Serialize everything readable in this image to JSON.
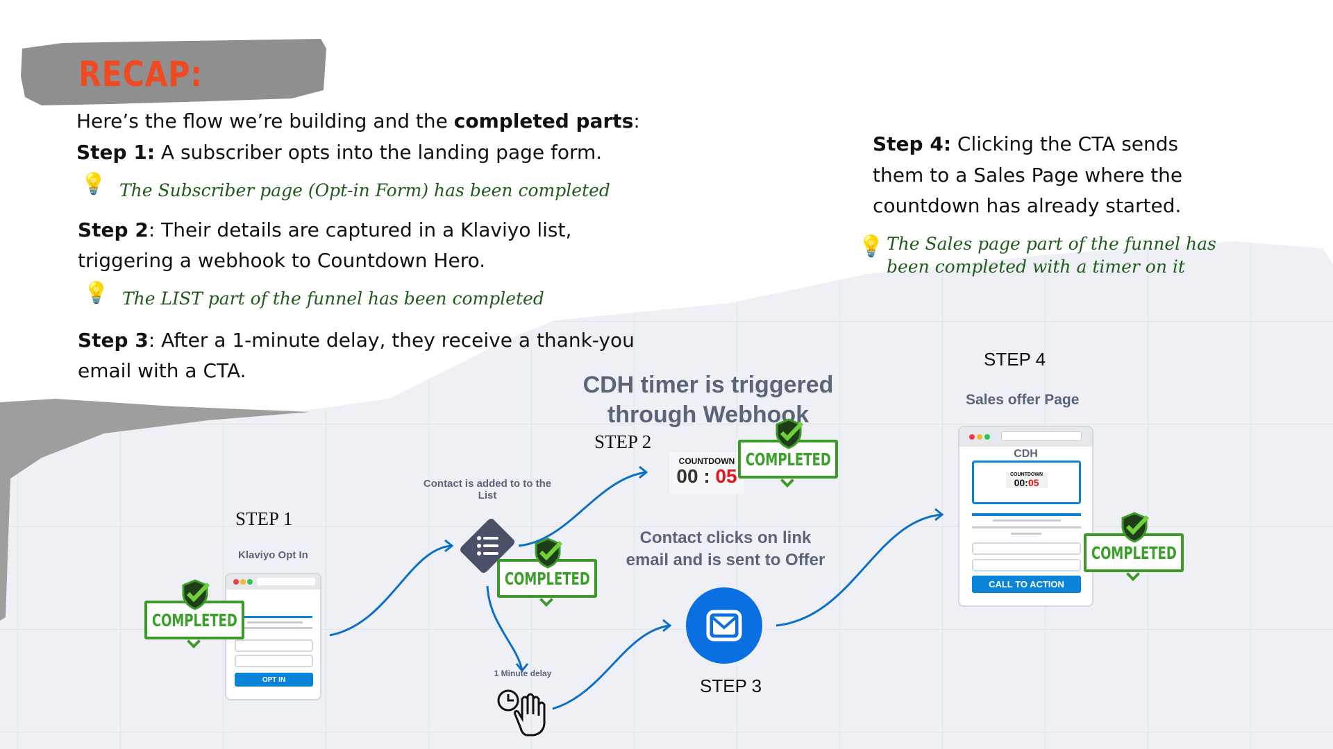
{
  "recap": {
    "title": "RECAP:"
  },
  "intro": {
    "prefix": "Here’s the flow we’re building and the ",
    "bold": "completed parts",
    "suffix": ":"
  },
  "steps_text": [
    {
      "label": "Step 1:",
      "text": " A subscriber opts into the landing page form.",
      "note": "The Subscriber page (Opt-in Form) has been completed"
    },
    {
      "label": "Step 2",
      "line1": ": Their details are captured in a Klaviyo list,",
      "line2": "triggering a webhook to Countdown Hero.",
      "note": "The LIST part of the funnel has been completed"
    },
    {
      "label": "Step 3",
      "line1": ": After a 1-minute delay, they receive a thank-you",
      "line2": "email with a CTA."
    },
    {
      "label": "Step 4:",
      "line1": " Clicking the CTA sends",
      "line2": "them to a Sales Page where the",
      "line3": "countdown has already started.",
      "note1": "The Sales page part of the funnel has",
      "note2": "been completed with a timer on it"
    }
  ],
  "diagram": {
    "step1": "STEP 1",
    "klaviyo_label": "Klaviyo Opt In",
    "optin_button": "OPT IN",
    "list_label": "Contact is added to to the List",
    "delay_label": "1 Minute delay",
    "cdh_title_1": "CDH timer is triggered",
    "cdh_title_2": "through Webhook",
    "step2": "STEP 2",
    "countdown_label": "COUNTDOWN",
    "countdown_min": "00",
    "countdown_sep": ":",
    "countdown_sec": "05",
    "click_text_1": "Contact clicks on link",
    "click_text_2": "email and is sent to Offer",
    "step3": "STEP 3",
    "step4": "STEP 4",
    "sales_label": "Sales offer Page",
    "cdh_label": "CDH",
    "cta": "CALL TO ACTION",
    "completed": "COMPLETED"
  },
  "colors": {
    "accent": "#f04a23",
    "blue": "#0a6fe0",
    "green": "#3aa02a"
  }
}
